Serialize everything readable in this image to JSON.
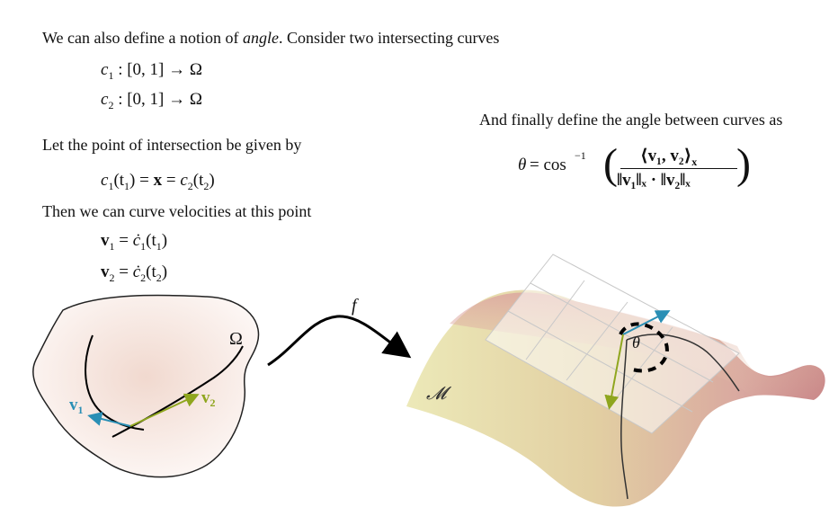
{
  "intro": {
    "pre": "We can also define a notion of ",
    "emph": "angle",
    "post": ". Consider two intersecting curves"
  },
  "curve_defs": [
    {
      "name": "c",
      "sub": "1",
      "rest": " : [0, 1] → Ω"
    },
    {
      "name": "c",
      "sub": "2",
      "rest": " : [0, 1] → Ω"
    }
  ],
  "intersection_text": "Let the point of intersection be given by",
  "intersection_eq": {
    "lhs": "c",
    "lhs_sub": "1",
    "lhs_arg": "(t",
    "lhs_arg_sub": "1",
    "mid": ") = ",
    "x": "x",
    "eq2": " = ",
    "rhs": "c",
    "rhs_sub": "2",
    "rhs_arg": "(t",
    "rhs_arg_sub": "2",
    "close": ")"
  },
  "velocities_text": "Then we can curve velocities at this point",
  "velocity_defs": [
    {
      "v": "v",
      "sub": "1",
      "eq": " = ",
      "c": "ċ",
      "csub": "1",
      "arg": "(t",
      "argsub": "1",
      "close": ")"
    },
    {
      "v": "v",
      "sub": "2",
      "eq": " = ",
      "c": "ċ",
      "csub": "2",
      "arg": "(t",
      "argsub": "2",
      "close": ")"
    }
  ],
  "angle_text": "And finally define the angle between curves as",
  "angle_eq": {
    "theta": "θ",
    "eq": " = cos",
    "sup": "−1",
    "num": "⟨v₁, v₂⟩",
    "num_sub": "x",
    "den": "‖v₁‖ₓ · ‖v₂‖ₓ"
  },
  "figure": {
    "omega_label": "Ω",
    "map_label": "f",
    "manifold_label": "𝓜",
    "theta_label": "θ",
    "v1_label": "v",
    "v1_sub": "1",
    "v2_label": "v",
    "v2_sub": "2",
    "colors": {
      "v1": "#2a8fb5",
      "v2": "#8fa61e",
      "blob": "#f6ece8",
      "manifold": "#d8c39a"
    }
  }
}
